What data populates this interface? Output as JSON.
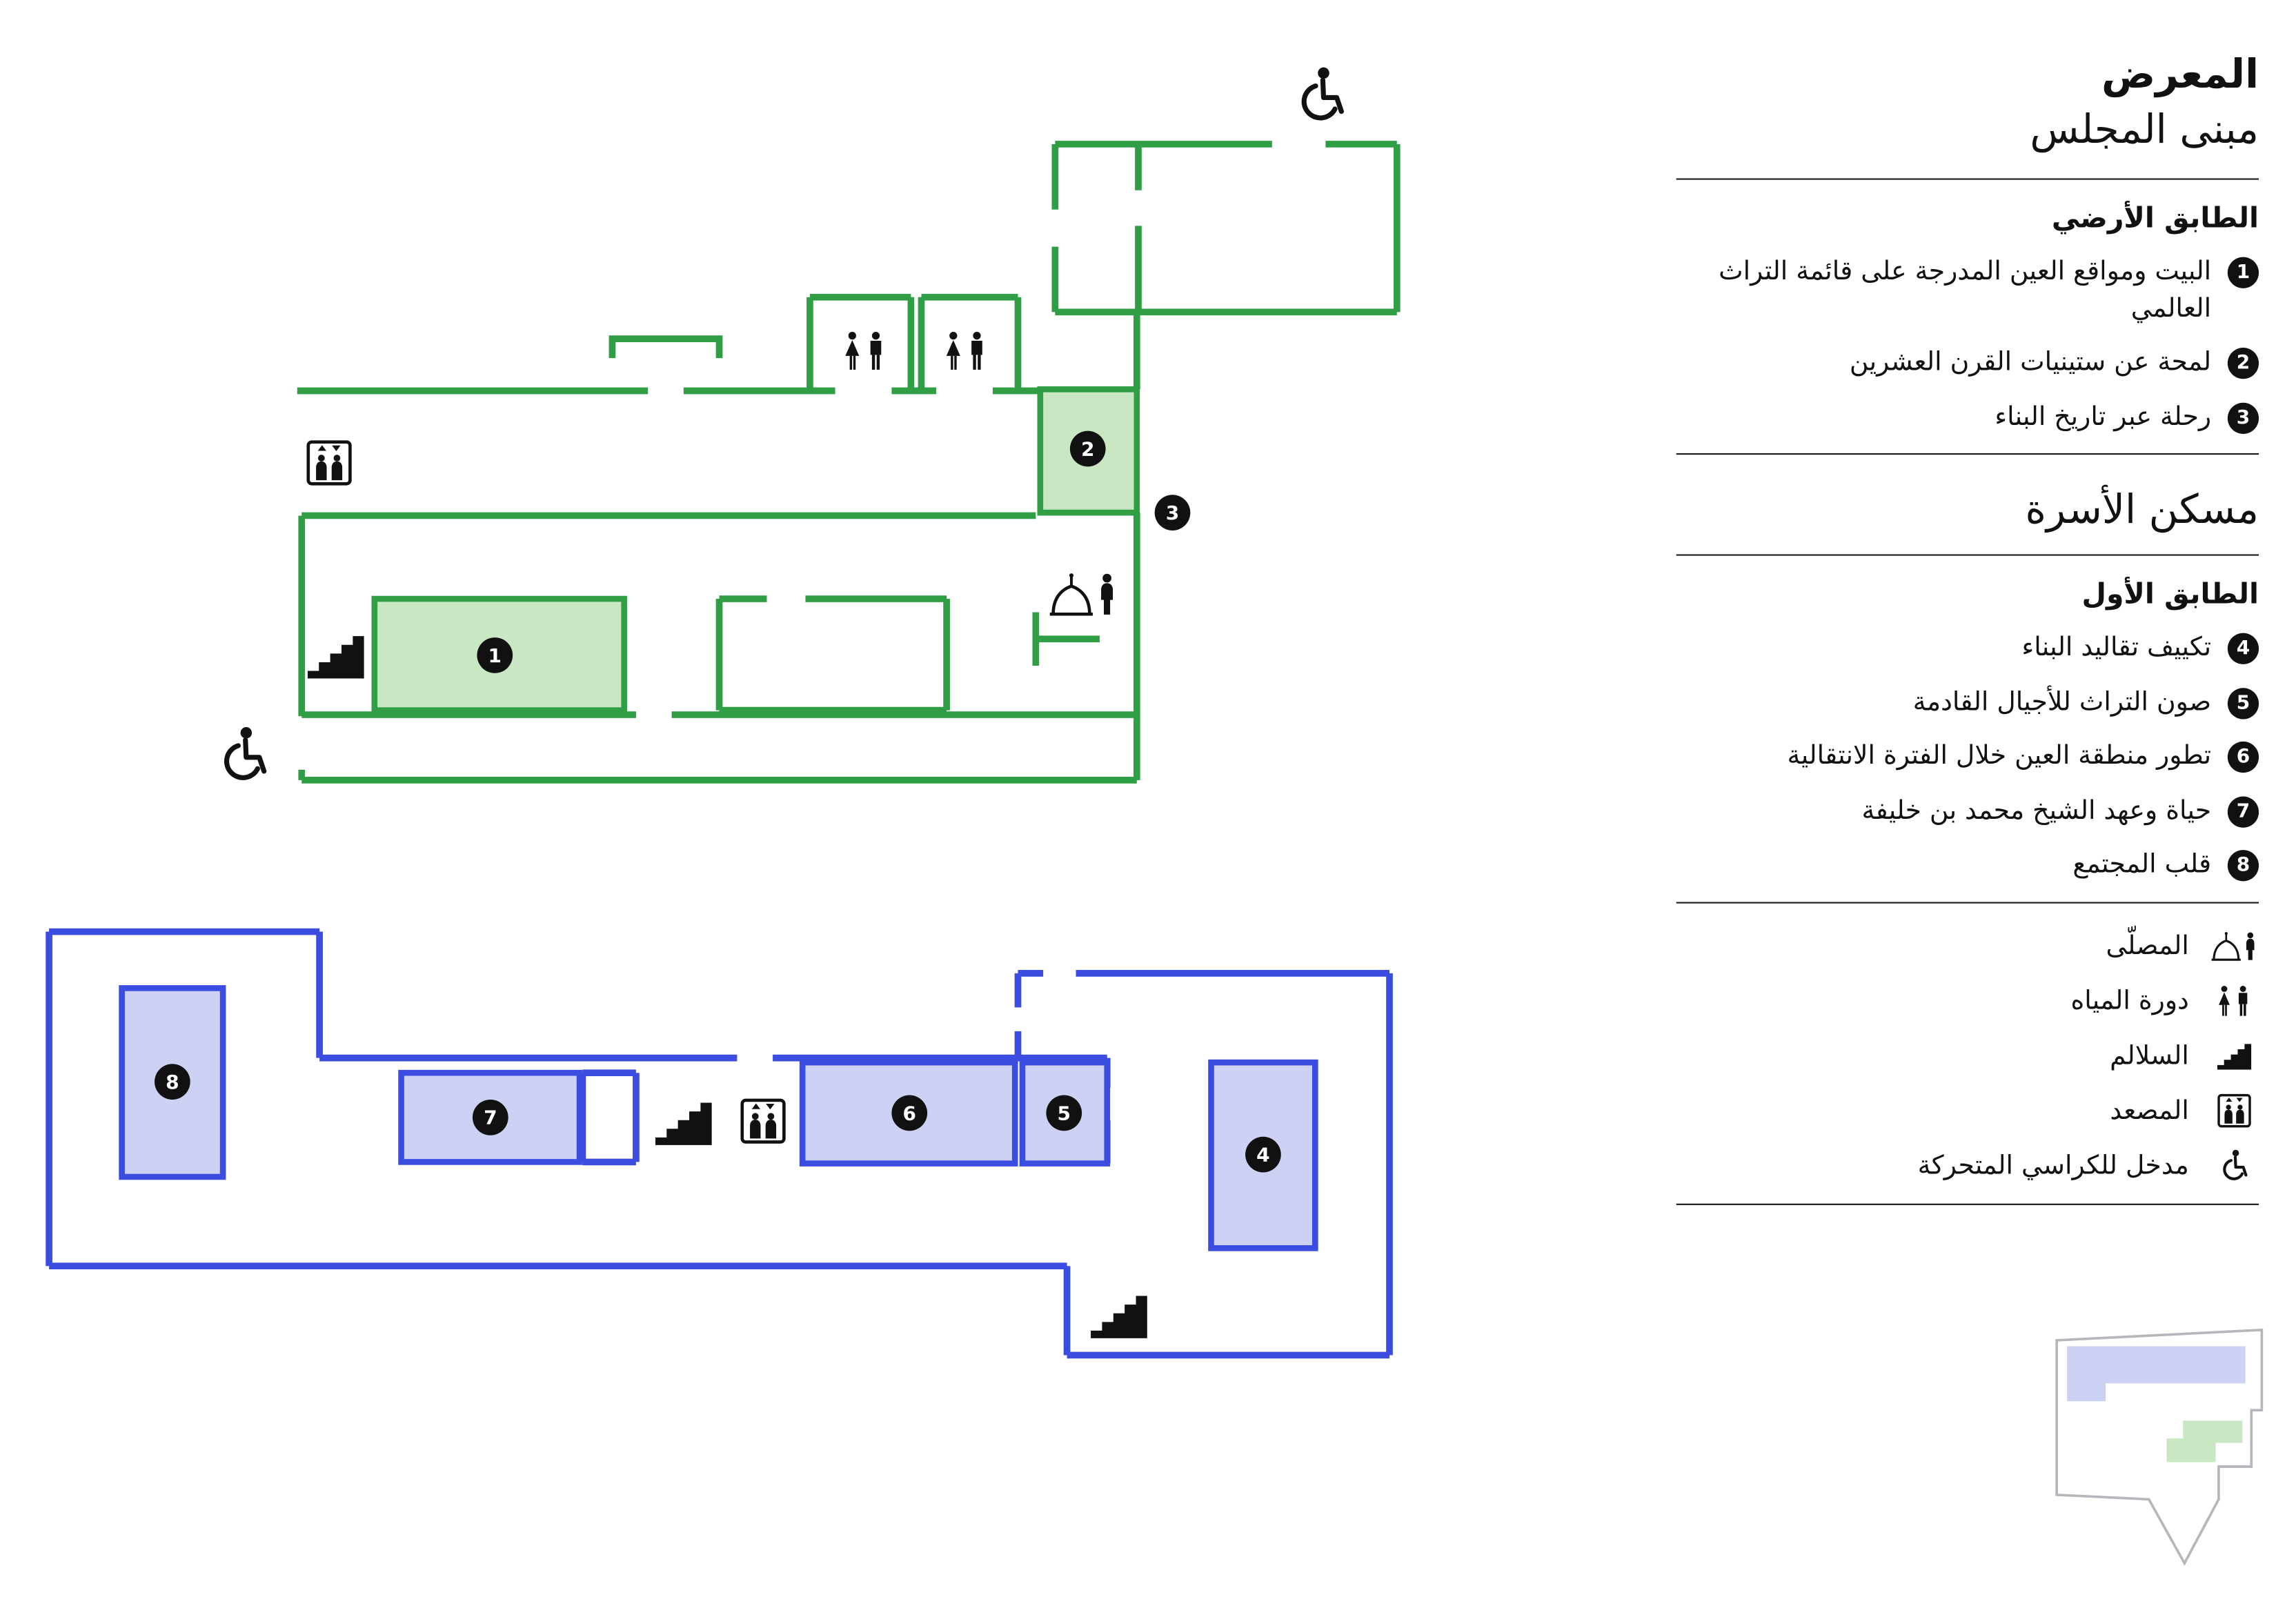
{
  "exhibition": {
    "title": "المعرض",
    "building": "مبنى المجلس"
  },
  "majlis": {
    "floor_heading": "الطابق الأرضي",
    "items": [
      {
        "num": "1",
        "label": "البيت ومواقع العين المدرجة على قائمة التراث العالمي"
      },
      {
        "num": "2",
        "label": "لمحة عن ستينيات القرن العشرين"
      },
      {
        "num": "3",
        "label": "رحلة عبر تاريخ البناء"
      }
    ]
  },
  "residence": {
    "title": "مسكن الأسرة",
    "floor_heading": "الطابق الأول",
    "items": [
      {
        "num": "4",
        "label": "تكييف تقاليد البناء"
      },
      {
        "num": "5",
        "label": "صون التراث للأجيال القادمة"
      },
      {
        "num": "6",
        "label": "تطور منطقة العين خلال الفترة الانتقالية"
      },
      {
        "num": "7",
        "label": "حياة وعهد الشيخ محمد بن خليفة"
      },
      {
        "num": "8",
        "label": "قلب المجتمع"
      }
    ]
  },
  "key": {
    "items": [
      {
        "icon": "prayer-room-icon",
        "label": "المصلّى"
      },
      {
        "icon": "toilets-icon",
        "label": "دورة المياه"
      },
      {
        "icon": "stairs-icon",
        "label": "السلالم"
      },
      {
        "icon": "elevator-icon",
        "label": "المصعد"
      },
      {
        "icon": "wheelchair-icon",
        "label": "مدخل للكراسي المتحركة"
      }
    ]
  },
  "colors": {
    "majlis_wall": "#2f9e44",
    "majlis_room_fill": "#c9e7c2",
    "residence_wall": "#3b4ce0",
    "residence_room_fill": "#cdd1f4",
    "marker": "#111111",
    "site_outline": "#b4b7bb",
    "site_residence_fill": "#cdd1f4",
    "site_majlis_fill": "#c9e7c2"
  }
}
